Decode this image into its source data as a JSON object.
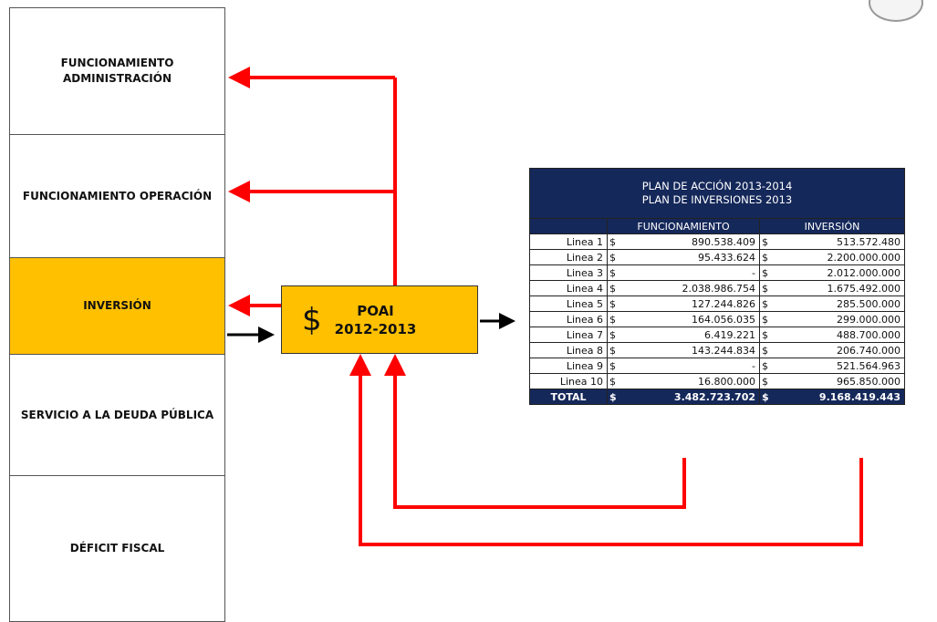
{
  "left_column": [
    {
      "label": "FUNCIONAMIENTO\nADMINISTRACIÓN",
      "highlight": false
    },
    {
      "label": "FUNCIONAMIENTO  OPERACIÓN",
      "highlight": false
    },
    {
      "label": "INVERSIÓN",
      "highlight": true
    },
    {
      "label": "SERVICIO A LA DEUDA PÚBLICA",
      "highlight": false
    },
    {
      "label": "DÉFICIT FISCAL",
      "highlight": false
    }
  ],
  "poai": {
    "symbol": "$",
    "line1": "POAI",
    "line2": "2012-2013"
  },
  "table": {
    "title_line1": "PLAN DE ACCIÓN  2013-2014",
    "title_line2": "PLAN DE INVERSIONES  2013",
    "col_funcionamiento": "FUNCIONAMIENTO",
    "col_inversion": "INVERSIÓN",
    "currency": "$",
    "rows": [
      {
        "label": "Linea 1",
        "funcionamiento": "890.538.409",
        "inversion": "513.572.480"
      },
      {
        "label": "Linea 2",
        "funcionamiento": "95.433.624",
        "inversion": "2.200.000.000"
      },
      {
        "label": "Linea 3",
        "funcionamiento": "-",
        "inversion": "2.012.000.000"
      },
      {
        "label": "Linea 4",
        "funcionamiento": "2.038.986.754",
        "inversion": "1.675.492.000"
      },
      {
        "label": "Linea 5",
        "funcionamiento": "127.244.826",
        "inversion": "285.500.000"
      },
      {
        "label": "Linea 6",
        "funcionamiento": "164.056.035",
        "inversion": "299.000.000"
      },
      {
        "label": "Linea 7",
        "funcionamiento": "6.419.221",
        "inversion": "488.700.000"
      },
      {
        "label": "Linea 8",
        "funcionamiento": "143.244.834",
        "inversion": "206.740.000"
      },
      {
        "label": "Linea 9",
        "funcionamiento": "-",
        "inversion": "521.564.963"
      },
      {
        "label": "Linea 10",
        "funcionamiento": "16.800.000",
        "inversion": "965.850.000"
      }
    ],
    "total": {
      "label": "TOTAL",
      "funcionamiento": "3.482.723.702",
      "inversion": "9.168.419.443"
    }
  },
  "colors": {
    "arrow_red": "#ff0000",
    "arrow_black": "#000000",
    "highlight": "#ffc000",
    "table_header": "#15285a"
  }
}
